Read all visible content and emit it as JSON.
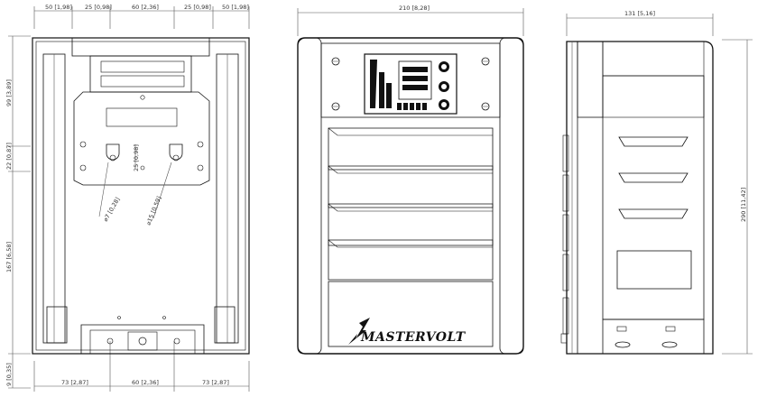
{
  "left_view": {
    "top_dims": [
      "50 [1,98]",
      "25 [0,98]",
      "60 [2,36]",
      "25 [0,98]",
      "50 [1,98]"
    ],
    "left_dims": [
      "99 [3,89]",
      "22 [0,87]",
      "167 [6,58]",
      "9 [0,35]"
    ],
    "bottom_dims": [
      "73 [2,87]",
      "60 [2,36]",
      "73 [2,87]"
    ],
    "inner_dims": [
      "25 [0,98]",
      "⌀7 [0,28]",
      "⌀15 [0,59]"
    ]
  },
  "front_view": {
    "width_dim": "210 [8,28]",
    "brand": "MASTERVOLT"
  },
  "side_view": {
    "width_dim": "131 [5,16]",
    "height_dim": "290 [11,42]"
  }
}
